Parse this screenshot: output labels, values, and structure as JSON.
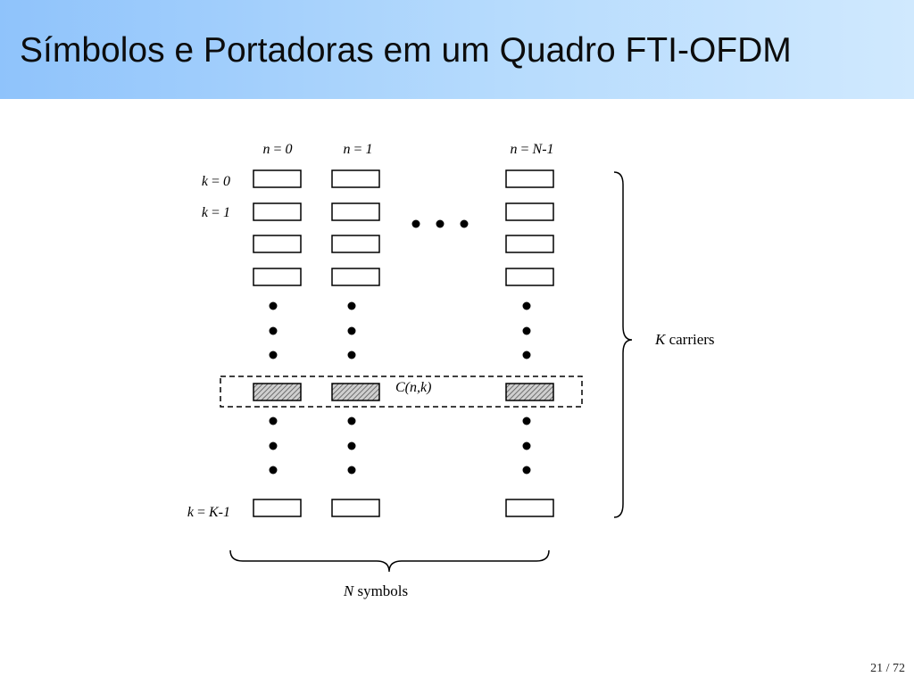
{
  "slide": {
    "title": "Símbolos e Portadoras em um Quadro FTI-OFDM",
    "page_counter": "21 / 72"
  },
  "diagram": {
    "column_labels": [
      {
        "var": "n",
        "eq": " = ",
        "val": "0"
      },
      {
        "var": "n",
        "eq": " = ",
        "val": "1"
      },
      {
        "var": "n",
        "eq": " = ",
        "val": "N-1"
      }
    ],
    "row_labels": [
      {
        "var": "k",
        "eq": " = ",
        "val": "0"
      },
      {
        "var": "k",
        "eq": " = ",
        "val": "1"
      },
      {
        "var": "k",
        "eq": " = ",
        "val": "K-1"
      }
    ],
    "cell_label": "C(n,k)",
    "carriers_label": {
      "var": "K",
      "text": " carriers"
    },
    "symbols_label": {
      "var": "N",
      "text": " symbols"
    }
  },
  "colors": {
    "header_start": "#8fc3fb",
    "header_end": "#d0e9fe",
    "stroke": "#000000",
    "highlight_hatch": "#555555"
  }
}
